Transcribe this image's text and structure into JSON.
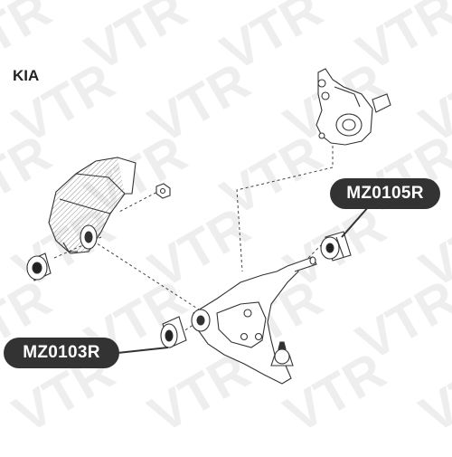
{
  "brand": "KIA",
  "watermark": "VTR",
  "callouts": [
    {
      "id": "a",
      "part_number": "MZ0105R"
    },
    {
      "id": "b",
      "part_number": "MZ0103R"
    }
  ],
  "colors": {
    "background": "#ffffff",
    "label_bg": "#333333",
    "label_text": "#ffffff",
    "watermark": "#eeeeee",
    "line_art": "#333333"
  },
  "icons": [
    "steering-knuckle-icon",
    "subframe-bracket-icon",
    "control-arm-icon",
    "bushing-icon",
    "ball-joint-icon",
    "nut-icon"
  ]
}
